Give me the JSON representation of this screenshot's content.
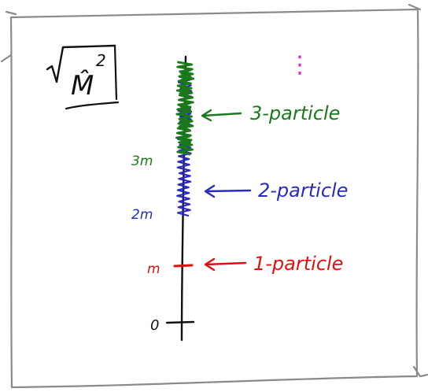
{
  "operator": {
    "symbol": "M̂",
    "exponent": "2"
  },
  "axis": {
    "zero_label": "0",
    "ticks": [
      {
        "label": "m",
        "color": "#e01010"
      },
      {
        "label": "2m",
        "color": "#2a2ac0"
      },
      {
        "label": "3m",
        "color": "#1a7a1a"
      }
    ],
    "continuation": "⋮",
    "continuation_color": "#e020e0"
  },
  "annotations": [
    {
      "text": "1-particle",
      "color": "#e01010"
    },
    {
      "text": "2-particle",
      "color": "#2a2ac0"
    },
    {
      "text": "3-particle",
      "color": "#1a7a1a"
    }
  ],
  "colors": {
    "ink": "#111111",
    "frame": "#8a8a8a"
  }
}
